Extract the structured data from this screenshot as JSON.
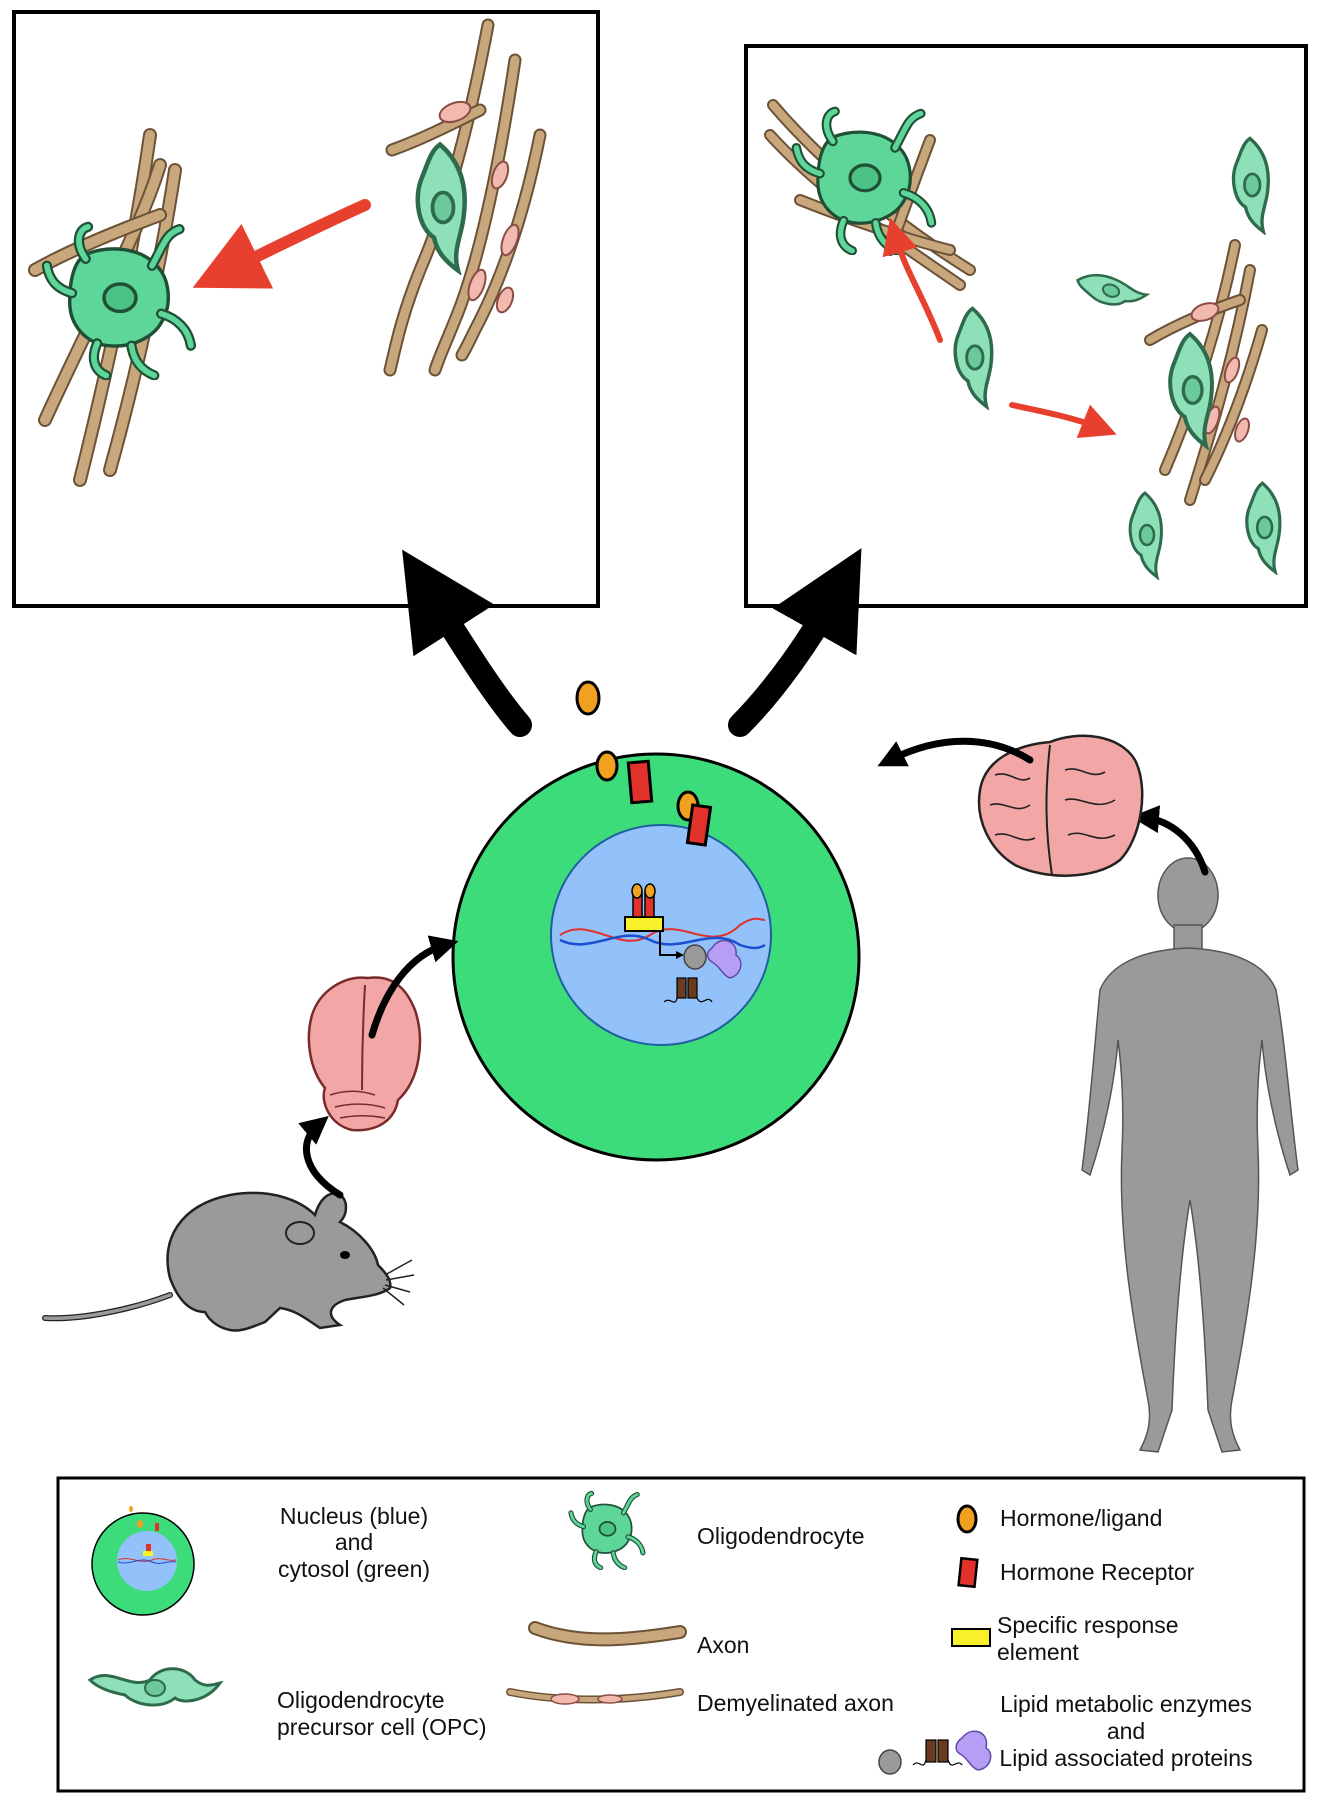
{
  "legend": {
    "nucleus_cytosol": [
      "Nucleus (blue)",
      "and",
      "cytosol (green)"
    ],
    "opc": [
      "Oligodendrocyte",
      "precursor cell (OPC)"
    ],
    "oligodendrocyte": "Oligodendrocyte",
    "axon": "Axon",
    "demyelinated_axon": "Demyelinated axon",
    "hormone_ligand": "Hormone/ligand",
    "hormone_receptor": "Hormone Receptor",
    "response_element": [
      "Specific response",
      "element"
    ],
    "lipid": [
      "Lipid metabolic enzymes",
      "and",
      "Lipid associated proteins"
    ]
  },
  "colors": {
    "cytosol": "#3ddc7a",
    "nucleus": "#93c2fb",
    "oligodendrocyte": "#5fd699",
    "opc": "#8ee0b8",
    "axon": "#c9a77c",
    "demyelinated_patch": "#f2b9b0",
    "hormone": "#f2a020",
    "receptor": "#e0322a",
    "response_element": "#f7f02a",
    "brain": "#f2a6a6",
    "organism": "#9a9a9a",
    "red_arrow": "#e8402e"
  }
}
